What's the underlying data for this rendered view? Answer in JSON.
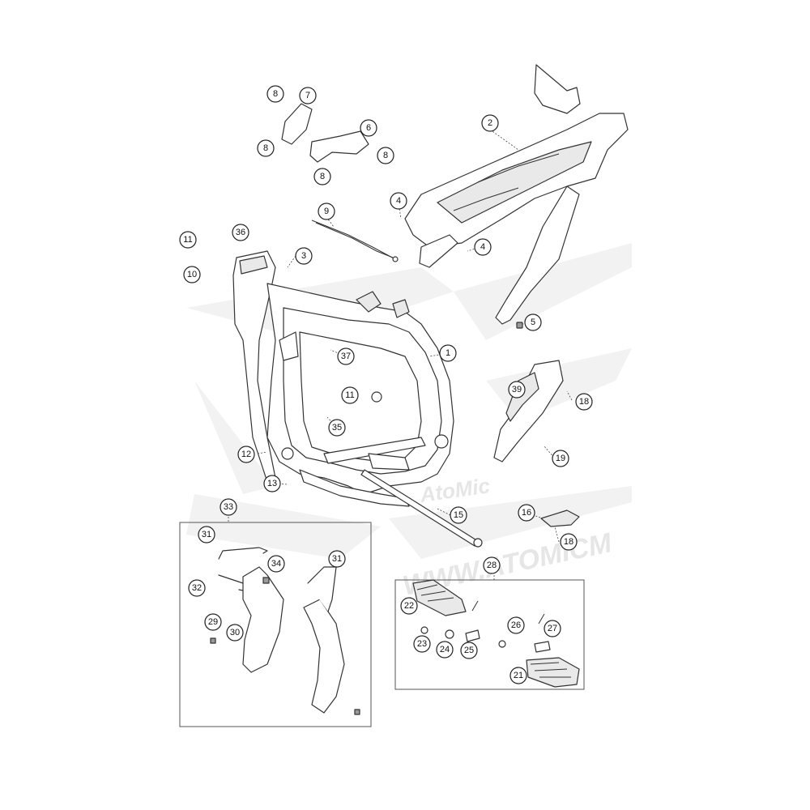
{
  "watermark": {
    "logo_text": "AtoMic",
    "url_text": "WWW.ATOMICM"
  },
  "callouts": [
    "1",
    "2",
    "3",
    "4",
    "4",
    "5",
    "6",
    "7",
    "8",
    "8",
    "8",
    "8",
    "9",
    "10",
    "11",
    "11",
    "12",
    "13",
    "15",
    "16",
    "18",
    "18",
    "19",
    "21",
    "22",
    "23",
    "24",
    "25",
    "26",
    "27",
    "28",
    "29",
    "30",
    "31",
    "31",
    "32",
    "33",
    "34",
    "35",
    "36",
    "37",
    "39"
  ]
}
